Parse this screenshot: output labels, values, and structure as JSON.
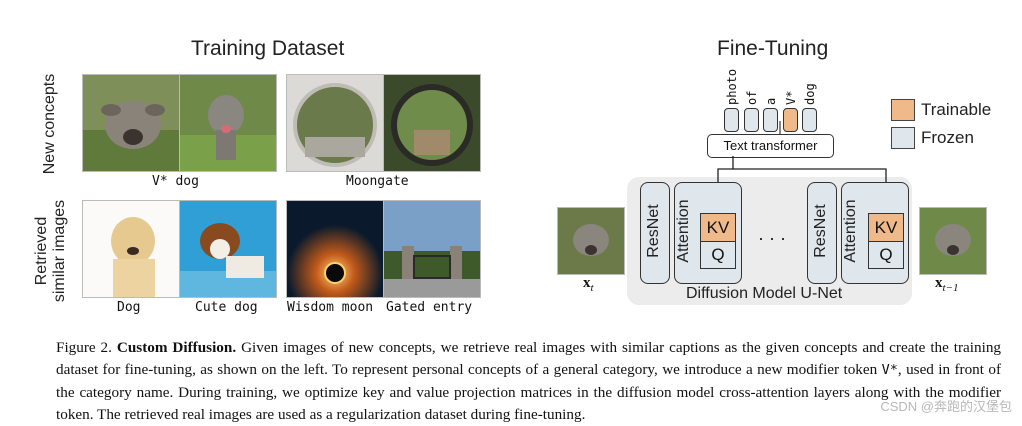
{
  "training": {
    "title": "Training Dataset",
    "row_label_new": "New concepts",
    "row_label_retrieved_1": "Retrieved",
    "row_label_retrieved_2": "similar images",
    "captions": {
      "v_dog": "V* dog",
      "moongate": "Moongate",
      "dog": "Dog",
      "cute_dog": "Cute dog",
      "wisdom_moon": "Wisdom moon",
      "gated_entry": "Gated entry"
    }
  },
  "finetune": {
    "title": "Fine-Tuning",
    "tokens": [
      "photo",
      "of",
      "a",
      "V*",
      "dog"
    ],
    "text_transformer": "Text transformer",
    "resnet": "ResNet",
    "attention": "Attention",
    "kv": "KV",
    "q": "Q",
    "ellipsis": "· · ·",
    "unet_label": "Diffusion Model U-Net",
    "xt": "x",
    "xt_sub": "t",
    "xt1": "x",
    "xt1_sub": "t−1",
    "legend": {
      "trainable": "Trainable",
      "frozen": "Frozen"
    },
    "colors": {
      "trainable": "#efb98a",
      "frozen": "#dfe6ec",
      "unet_bg": "#ececec"
    }
  },
  "caption": {
    "label": "Figure 2.",
    "bold": "Custom Diffusion.",
    "text1": "Given images of new concepts, we retrieve real images with similar captions as the given concepts and create the training dataset for fine-tuning, as shown on the left. To represent personal concepts of a general category, we introduce a new modifier token",
    "token": "V*",
    "text2": ", used in front of the category name. During training, we optimize key and value projection matrices in the diffusion model cross-attention layers along with the modifier token. The retrieved real images are used as a regularization dataset during fine-tuning."
  },
  "watermark": "CSDN @奔跑的汉堡包"
}
